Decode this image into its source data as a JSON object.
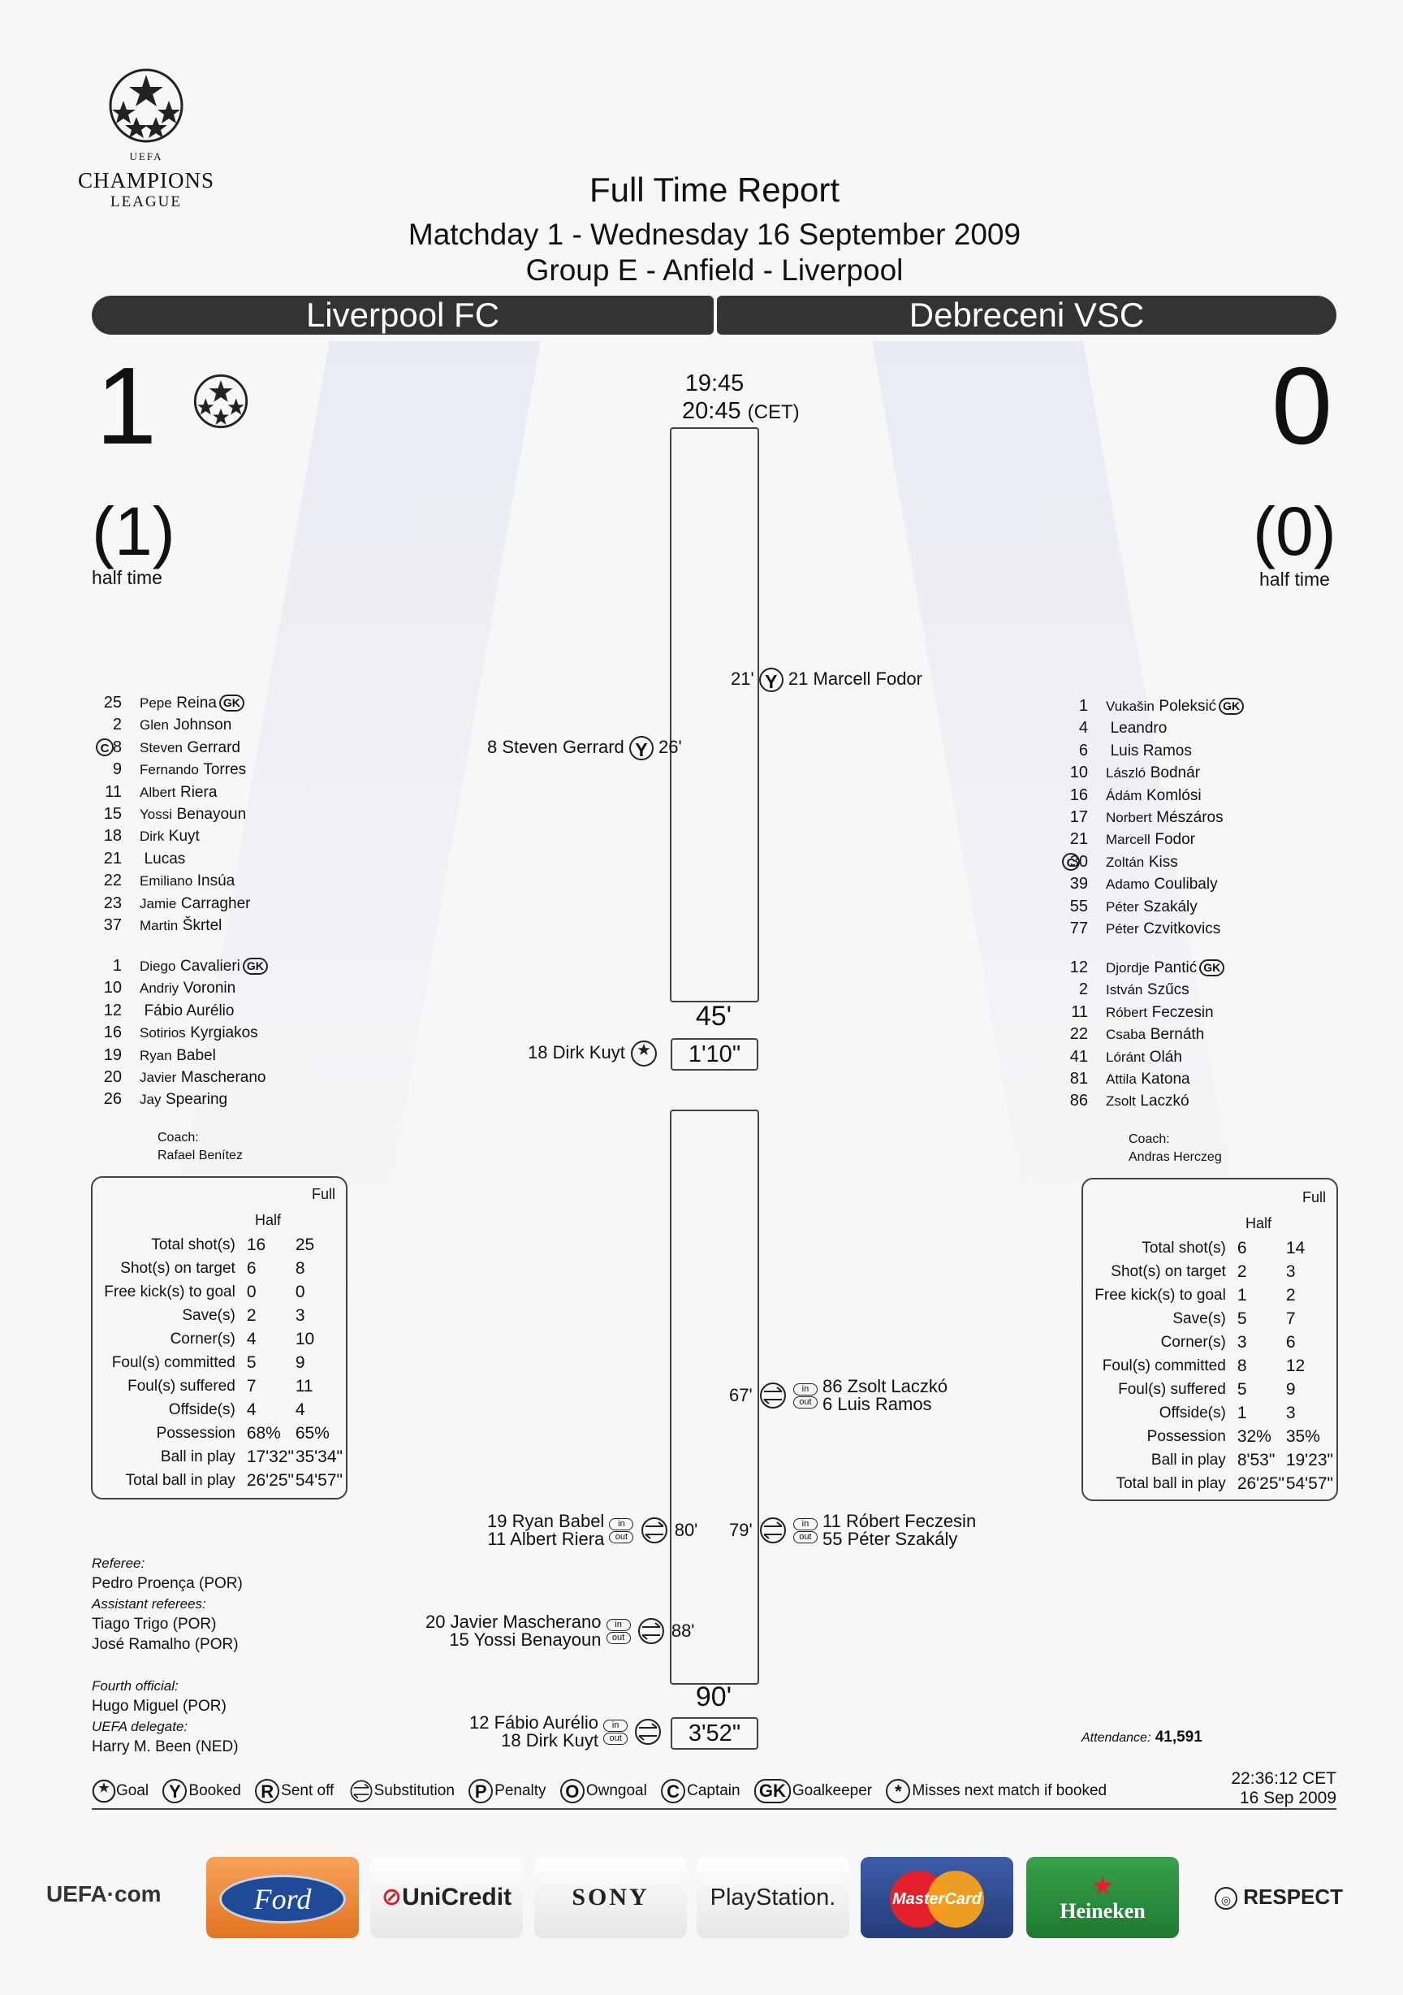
{
  "header": {
    "logo_line_uefa": "UEFA",
    "logo_line_1": "CHAMPIONS",
    "logo_line_2": "LEAGUE",
    "title": "Full Time Report",
    "subtitle": "Matchday 1 - Wednesday 16 September 2009",
    "venue": "Group E - Anfield - Liverpool"
  },
  "teams": {
    "home": "Liverpool FC",
    "away": "Debreceni VSC"
  },
  "score": {
    "home_full": "1",
    "away_full": "0",
    "home_half": "(1)",
    "away_half": "(0)",
    "half_label": "half time"
  },
  "kickoff": {
    "local": "19:45",
    "cet": "20:45",
    "cet_label": "(CET)"
  },
  "timeline": {
    "first_half_end": "45'",
    "first_half_added": "1'10\"",
    "second_half_end": "90'",
    "second_half_added": "3'52\"",
    "events": {
      "fodor_min": "21'",
      "fodor_text": "21 Marcell Fodor",
      "gerrard_min": "26'",
      "gerrard_text": "8 Steven Gerrard",
      "kuyt_goal_text": "18 Dirk Kuyt",
      "away_sub1_min": "67'",
      "away_sub1_in": "86 Zsolt Laczkó",
      "away_sub1_out": "6  Luis Ramos",
      "home_sub1_min": "80'",
      "home_sub1_in": "19 Ryan Babel",
      "home_sub1_out": "11 Albert Riera",
      "away_sub2_min": "79'",
      "away_sub2_in": "11 Róbert Feczesin",
      "away_sub2_out": "55 Péter Szakály",
      "home_sub2_min": "88'",
      "home_sub2_in": "20 Javier Mascherano",
      "home_sub2_out": "15 Yossi Benayoun",
      "home_sub3_in": "12  Fábio Aurélio",
      "home_sub3_out": "18 Dirk Kuyt",
      "in_label": "in",
      "out_label": "out"
    }
  },
  "home_starters": [
    {
      "num": "25",
      "first": "Pepe",
      "last": "Reina",
      "gk": "GK"
    },
    {
      "num": "2",
      "first": "Glen",
      "last": "Johnson"
    },
    {
      "num": "8",
      "first": "Steven",
      "last": "Gerrard",
      "cap": "C"
    },
    {
      "num": "9",
      "first": "Fernando",
      "last": "Torres"
    },
    {
      "num": "11",
      "first": "Albert",
      "last": "Riera"
    },
    {
      "num": "15",
      "first": "Yossi",
      "last": "Benayoun"
    },
    {
      "num": "18",
      "first": "Dirk",
      "last": "Kuyt"
    },
    {
      "num": "21",
      "first": "",
      "last": "Lucas"
    },
    {
      "num": "22",
      "first": "Emiliano",
      "last": "Insúa"
    },
    {
      "num": "23",
      "first": "Jamie",
      "last": "Carragher"
    },
    {
      "num": "37",
      "first": "Martin",
      "last": "Škrtel"
    }
  ],
  "home_subs": [
    {
      "num": "1",
      "first": "Diego",
      "last": "Cavalieri",
      "gk": "GK"
    },
    {
      "num": "10",
      "first": "Andriy",
      "last": "Voronin"
    },
    {
      "num": "12",
      "first": "",
      "last": "Fábio Aurélio"
    },
    {
      "num": "16",
      "first": "Sotirios",
      "last": "Kyrgiakos"
    },
    {
      "num": "19",
      "first": "Ryan",
      "last": "Babel"
    },
    {
      "num": "20",
      "first": "Javier",
      "last": "Mascherano"
    },
    {
      "num": "26",
      "first": "Jay",
      "last": "Spearing"
    }
  ],
  "away_starters": [
    {
      "num": "1",
      "first": "Vukašin",
      "last": "Poleksić",
      "gk": "GK"
    },
    {
      "num": "4",
      "first": "",
      "last": "Leandro"
    },
    {
      "num": "6",
      "first": "",
      "last": "Luis Ramos"
    },
    {
      "num": "10",
      "first": "László",
      "last": "Bodnár"
    },
    {
      "num": "16",
      "first": "Ádám",
      "last": "Komlósi"
    },
    {
      "num": "17",
      "first": "Norbert",
      "last": "Mészáros"
    },
    {
      "num": "21",
      "first": "Marcell",
      "last": "Fodor"
    },
    {
      "num": "30",
      "first": "Zoltán",
      "last": "Kiss",
      "cap": "C"
    },
    {
      "num": "39",
      "first": "Adamo",
      "last": "Coulibaly"
    },
    {
      "num": "55",
      "first": "Péter",
      "last": "Szakály"
    },
    {
      "num": "77",
      "first": "Péter",
      "last": "Czvitkovics"
    }
  ],
  "away_subs": [
    {
      "num": "12",
      "first": "Djordje",
      "last": "Pantić",
      "gk": "GK"
    },
    {
      "num": "2",
      "first": "István",
      "last": "Szűcs"
    },
    {
      "num": "11",
      "first": "Róbert",
      "last": "Feczesin"
    },
    {
      "num": "22",
      "first": "Csaba",
      "last": "Bernáth"
    },
    {
      "num": "41",
      "first": "Lóránt",
      "last": "Oláh"
    },
    {
      "num": "81",
      "first": "Attila",
      "last": "Katona"
    },
    {
      "num": "86",
      "first": "Zsolt",
      "last": "Laczkó"
    }
  ],
  "coaches": {
    "label": "Coach:",
    "home": "Rafael Benítez",
    "away": "Andras Herczeg"
  },
  "stats": {
    "full_label": "Full",
    "half_label": "Half",
    "labels": [
      "Total shot(s)",
      "Shot(s) on target",
      "Free kick(s) to goal",
      "Save(s)",
      "Corner(s)",
      "Foul(s) committed",
      "Foul(s) suffered",
      "Offside(s)",
      "Possession",
      "Ball in play",
      "Total ball in play"
    ],
    "home_half": [
      "16",
      "6",
      "0",
      "2",
      "4",
      "5",
      "7",
      "4",
      "68%",
      "17'32\"",
      "26'25\""
    ],
    "home_full": [
      "25",
      "8",
      "0",
      "3",
      "10",
      "9",
      "11",
      "4",
      "65%",
      "35'34\"",
      "54'57\""
    ],
    "away_half": [
      "6",
      "2",
      "1",
      "5",
      "3",
      "8",
      "5",
      "1",
      "32%",
      "8'53\"",
      "26'25\""
    ],
    "away_full": [
      "14",
      "3",
      "2",
      "7",
      "6",
      "12",
      "9",
      "3",
      "35%",
      "19'23\"",
      "54'57\""
    ]
  },
  "officials": {
    "referee_label": "Referee:",
    "referee": "Pedro Proença (POR)",
    "assistants_label": "Assistant referees:",
    "assistant1": "Tiago Trigo (POR)",
    "assistant2": "José Ramalho (POR)",
    "fourth_label": "Fourth official:",
    "fourth": "Hugo Miguel (POR)",
    "delegate_label": "UEFA delegate:",
    "delegate": "Harry M. Been (NED)"
  },
  "attendance": {
    "label": "Attendance:",
    "value": "41,591"
  },
  "timestamp": {
    "time": "22:36:12 CET",
    "date": "16 Sep 2009"
  },
  "legend": {
    "goal": "Goal",
    "booked": "Booked",
    "sent_off": "Sent off",
    "substitution": "Substitution",
    "penalty": "Penalty",
    "owngoal": "Owngoal",
    "captain": "Captain",
    "goalkeeper": "Goalkeeper",
    "misses": "Misses next match if booked",
    "sym_booked": "Y",
    "sym_sent_off": "R",
    "sym_penalty": "P",
    "sym_owngoal": "O",
    "sym_captain": "C",
    "sym_gk": "GK",
    "sym_misses": "*"
  },
  "footer": {
    "uefa_com": "UEFA·com",
    "sponsors": [
      "Ford",
      "UniCredit",
      "SONY",
      "PlayStation.",
      "MasterCard",
      "Heineken"
    ],
    "respect": "RESPECT"
  },
  "colors": {
    "bar": "#333333",
    "ford": "#f08a3a",
    "ford_oval": "#1f4b96",
    "unicredit": "#d2232a",
    "mastercard_bg": "#2e4a8f",
    "heineken": "#2a8a3c"
  }
}
